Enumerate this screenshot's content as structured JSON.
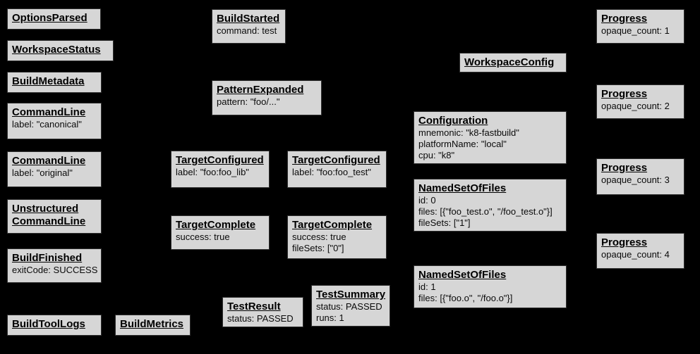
{
  "diagram": {
    "description": "Build event graph",
    "colors": {
      "background": "#000000",
      "node_fill": "#d6d6d6",
      "node_border": "#303030",
      "text": "#000000"
    },
    "nodes": [
      {
        "title": "OptionsParsed",
        "details": []
      },
      {
        "title": "WorkspaceStatus",
        "details": []
      },
      {
        "title": "BuildMetadata",
        "details": []
      },
      {
        "title": "CommandLine",
        "details": [
          "label: \"canonical\""
        ]
      },
      {
        "title": "CommandLine",
        "details": [
          "label: \"original\""
        ]
      },
      {
        "title": "Unstructured\nCommandLine",
        "details": []
      },
      {
        "title": "BuildFinished",
        "details": [
          "exitCode: SUCCESS"
        ]
      },
      {
        "title": "BuildToolLogs",
        "details": []
      },
      {
        "title": "BuildMetrics",
        "details": []
      },
      {
        "title": "BuildStarted",
        "details": [
          "command: test"
        ]
      },
      {
        "title": "PatternExpanded",
        "details": [
          "pattern: \"foo/...\""
        ]
      },
      {
        "title": "TargetConfigured",
        "details": [
          "label: \"foo:foo_lib\""
        ]
      },
      {
        "title": "TargetConfigured",
        "details": [
          "label: \"foo:foo_test\""
        ]
      },
      {
        "title": "TargetComplete",
        "details": [
          "success: true"
        ]
      },
      {
        "title": "TargetComplete",
        "details": [
          "success: true",
          "fileSets: [\"0\"]"
        ]
      },
      {
        "title": "TestResult",
        "details": [
          "status: PASSED"
        ]
      },
      {
        "title": "TestSummary",
        "details": [
          "status: PASSED",
          "runs: 1"
        ]
      },
      {
        "title": "WorkspaceConfig",
        "details": []
      },
      {
        "title": "Configuration",
        "details": [
          "mnemonic: \"k8-fastbuild\"",
          "platformName: \"local\"",
          "cpu: \"k8\""
        ]
      },
      {
        "title": "NamedSetOfFiles",
        "details": [
          "id: 0",
          "files: [{\"foo_test.o\", \"/foo_test.o\"}]",
          "fileSets: [\"1\"]"
        ]
      },
      {
        "title": "NamedSetOfFiles",
        "details": [
          "id: 1",
          "files: [{\"foo.o\", \"/foo.o\"}]"
        ]
      },
      {
        "title": "Progress",
        "details": [
          "opaque_count: 1"
        ]
      },
      {
        "title": "Progress",
        "details": [
          "opaque_count: 2"
        ]
      },
      {
        "title": "Progress",
        "details": [
          "opaque_count: 3"
        ]
      },
      {
        "title": "Progress",
        "details": [
          "opaque_count: 4"
        ]
      }
    ]
  }
}
